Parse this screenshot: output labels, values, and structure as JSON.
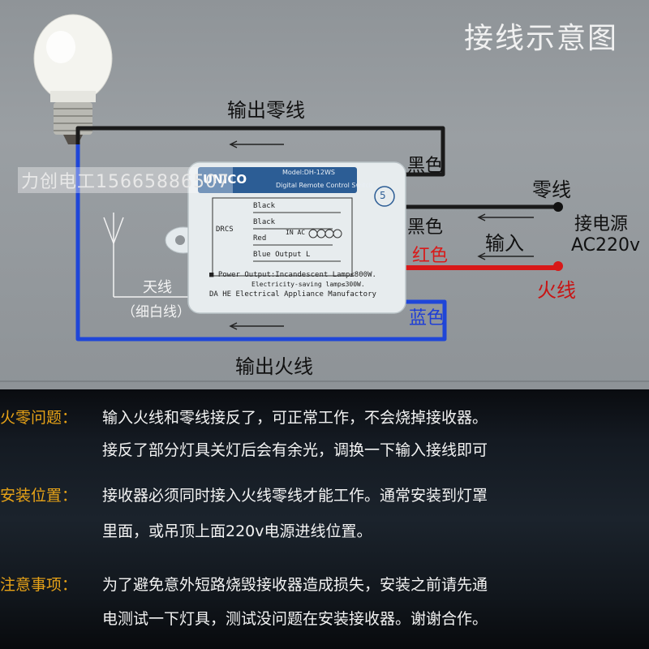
{
  "title": "接线示意图",
  "watermark": "力创电工15665886507",
  "labels": {
    "output_neutral": "输出零线",
    "output_live": "输出火线",
    "black_top": "黑色",
    "neutral": "零线",
    "power_label": "接电源",
    "power_voltage": "AC220v",
    "black_input": "黑色",
    "red": "红色",
    "input": "输入",
    "live": "火线",
    "blue": "蓝色",
    "antenna": "天线",
    "antenna_note": "（细白线）"
  },
  "device": {
    "brand": "UNICO",
    "model": "Model:DH-12WS",
    "subtitle": "Digital Remote Control Switch",
    "badge": "5",
    "terminal_black_1": "Black",
    "terminal_black_2": "Black",
    "terminal_red": "Red",
    "terminal_blue": "Blue Output L",
    "drcs": "DRCS",
    "in_ac": "IN AC",
    "power_line1": "■ Power Output:Incandescent Lamp≤800W.",
    "power_line2": "Electricity-saving lamp≤300W.",
    "maker": "DA HE  Electrical Appliance Manufactory"
  },
  "notes": [
    {
      "heading": "火零问题：",
      "lines": [
        "输入火线和零线接反了，可正常工作，不会烧掉接收器。",
        "接反了部分灯具关灯后会有余光，调换一下输入接线即可"
      ]
    },
    {
      "heading": "安装位置：",
      "lines": [
        "接收器必须同时接入火线零线才能工作。通常安装到灯罩",
        "里面，或吊顶上面220v电源进线位置。"
      ]
    },
    {
      "heading": "注意事项：",
      "lines": [
        "为了避免意外短路烧毁接收器造成损失，安装之前请先通",
        "电测试一下灯具，测试没问题在安装接收器。谢谢合作。"
      ]
    }
  ],
  "colors": {
    "neutral_wire": "#1a1a1a",
    "live_wire": "#d81818",
    "blue_wire": "#1f46d8",
    "note_heading": "#e8a317"
  }
}
